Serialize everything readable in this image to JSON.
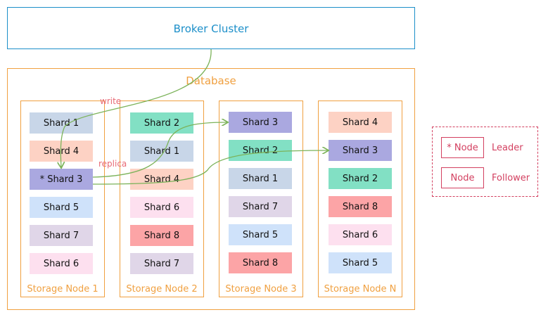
{
  "broker": {
    "label": "Broker Cluster"
  },
  "database": {
    "label": "Database"
  },
  "nodes": [
    {
      "label": "Storage Node 1",
      "shards": [
        {
          "label": "Shard 1",
          "color": "#c8d6e8"
        },
        {
          "label": "Shard 4",
          "color": "#fdd2c4"
        },
        {
          "label": "* Shard 3",
          "color": "#aaa8e0"
        },
        {
          "label": "Shard 5",
          "color": "#cfe2fa"
        },
        {
          "label": "Shard 7",
          "color": "#e0d6e8"
        },
        {
          "label": "Shard 6",
          "color": "#fde0ef"
        }
      ]
    },
    {
      "label": "Storage Node 2",
      "shards": [
        {
          "label": "Shard 2",
          "color": "#82e0c4"
        },
        {
          "label": "Shard 1",
          "color": "#c8d6e8"
        },
        {
          "label": "Shard 4",
          "color": "#fdd2c4"
        },
        {
          "label": "Shard 6",
          "color": "#fde0ef"
        },
        {
          "label": "Shard 8",
          "color": "#fca4a6"
        },
        {
          "label": "Shard 7",
          "color": "#e0d6e8"
        }
      ]
    },
    {
      "label": "Storage Node 3",
      "shards": [
        {
          "label": "Shard 3",
          "color": "#aaa8e0"
        },
        {
          "label": "Shard 2",
          "color": "#82e0c4"
        },
        {
          "label": "Shard 1",
          "color": "#c8d6e8"
        },
        {
          "label": "Shard 7",
          "color": "#e0d6e8"
        },
        {
          "label": "Shard 5",
          "color": "#cfe2fa"
        },
        {
          "label": "Shard 8",
          "color": "#fca4a6"
        }
      ]
    },
    {
      "label": "Storage Node N",
      "shards": [
        {
          "label": "Shard 4",
          "color": "#fdd2c4"
        },
        {
          "label": "Shard 3",
          "color": "#aaa8e0"
        },
        {
          "label": "Shard 2",
          "color": "#82e0c4"
        },
        {
          "label": "Shard 8",
          "color": "#fca4a6"
        },
        {
          "label": "Shard 6",
          "color": "#fde0ef"
        },
        {
          "label": "Shard 5",
          "color": "#cfe2fa"
        }
      ]
    }
  ],
  "edges": {
    "write": "write",
    "replica": "replica"
  },
  "legend": {
    "leader_box": "* Node",
    "leader_text": "Leader",
    "follower_box": "Node",
    "follower_text": "Follower"
  },
  "colors": {
    "broker": "#1c8fc9",
    "database": "#f0a040",
    "legend": "#d34060",
    "arrow": "#7cb35a",
    "edge_label": "#e86a75"
  }
}
